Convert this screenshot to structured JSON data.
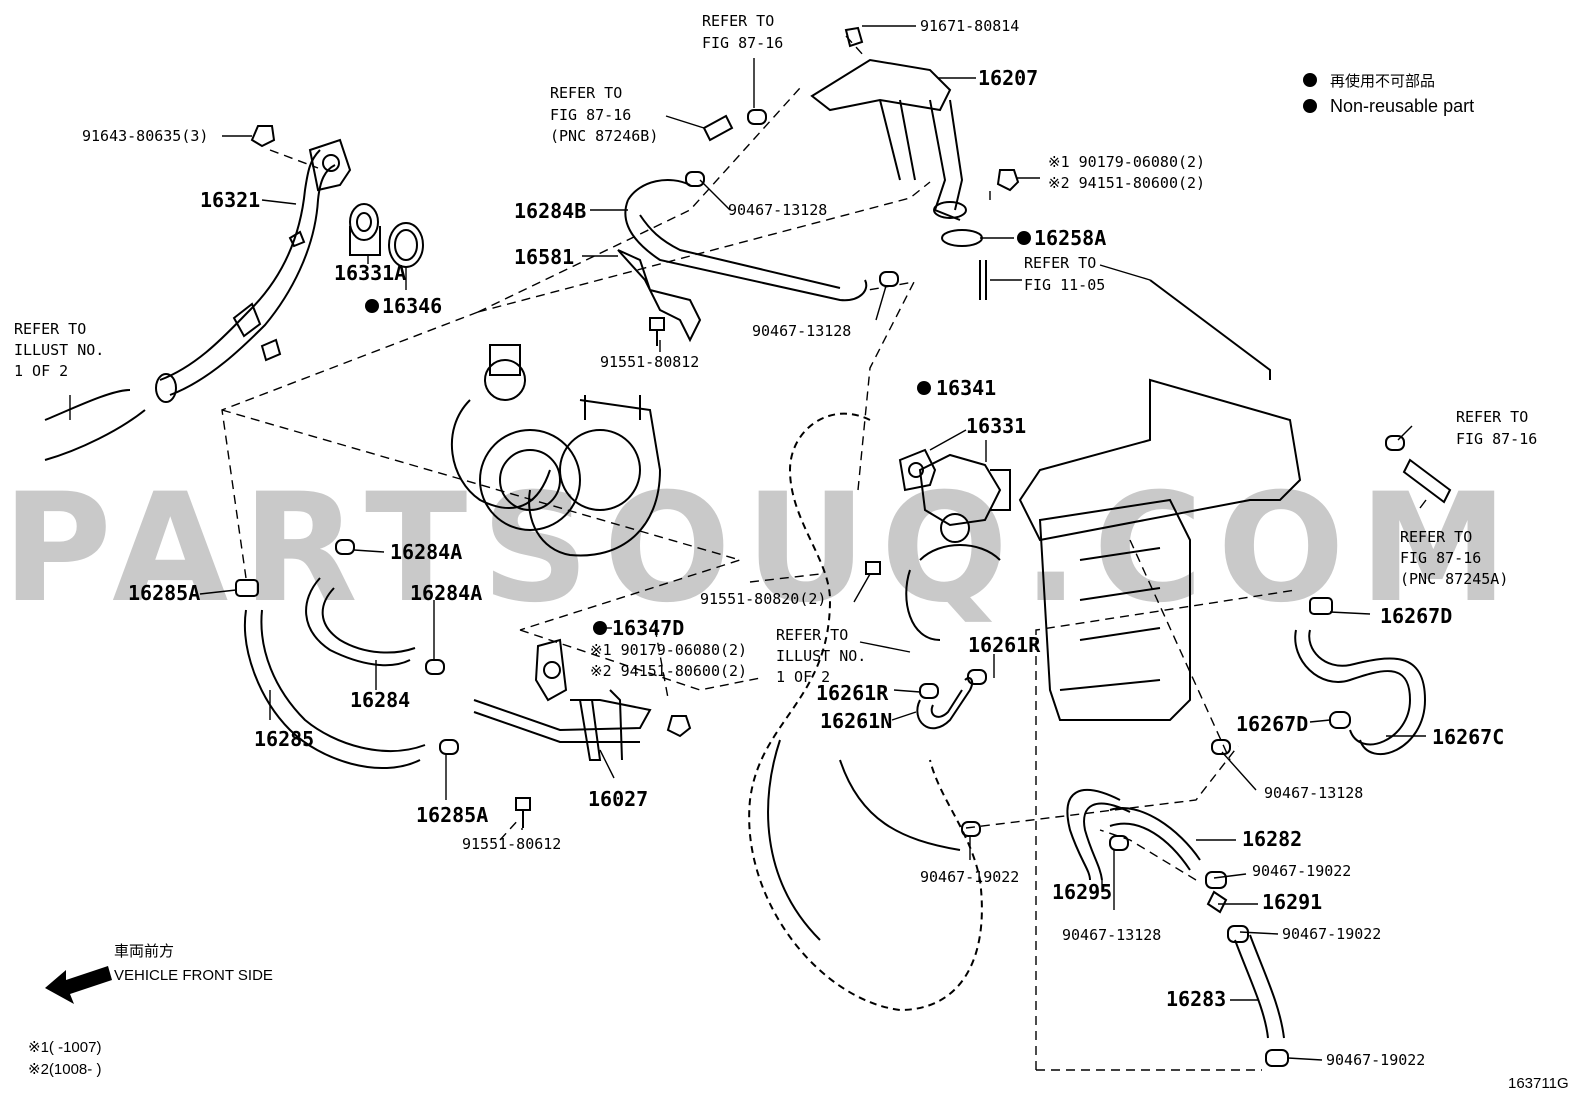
{
  "watermark": "PARTSOUQ.COM",
  "legend": {
    "line1": "再使用不可部品",
    "line2": "Non-reusable part"
  },
  "front_side": {
    "jp": "車両前方",
    "en": "VEHICLE FRONT SIDE"
  },
  "footnotes": {
    "note1": "※1(     -1007)",
    "note2": "※2(1008-     )"
  },
  "illustration_code": "163711G",
  "labels": {
    "l91671": "91671-80814",
    "l16207": "16207",
    "refer_fig8716_a1": "REFER TO",
    "refer_fig8716_a2": "FIG 87-16",
    "refer_pnc_b1": "REFER TO",
    "refer_pnc_b2": "FIG 87-16",
    "refer_pnc_b3": "(PNC 87246B)",
    "l91643": "91643-80635(3)",
    "l16321": "16321",
    "l16331A": "16331A",
    "l16346": "16346",
    "l16284B": "16284B",
    "l90467_13128_a": "90467-13128",
    "l90179_a": "※1 90179-06080(2)",
    "l94151_a": "※2 94151-80600(2)",
    "l16258A": "16258A",
    "refer_fig1105_1": "REFER TO",
    "refer_fig1105_2": "FIG 11-05",
    "l16581": "16581",
    "l90467_13128_b": "90467-13128",
    "l91551_80812": "91551-80812",
    "refer_illust1_1": "REFER TO",
    "refer_illust1_2": "ILLUST NO.",
    "refer_illust1_3": "1 OF 2",
    "l16341": "16341",
    "l16331": "16331",
    "refer_fig8716_c1": "REFER TO",
    "refer_fig8716_c2": "FIG 87-16",
    "refer_pnc_a1": "REFER TO",
    "refer_pnc_a2": "FIG 87-16",
    "refer_pnc_a3": "(PNC 87245A)",
    "l16284A_1": "16284A",
    "l16285A_1": "16285A",
    "l16284A_2": "16284A",
    "l91551_80820": "91551-80820(2)",
    "l16267D_1": "16267D",
    "l16347D": "16347D",
    "l90179_b": "※1 90179-06080(2)",
    "l94151_b": "※2 94151-80600(2)",
    "refer_illust2_1": "REFER TO",
    "refer_illust2_2": "ILLUST NO.",
    "refer_illust2_3": "1 OF 2",
    "l16261R_1": "16261R",
    "l16261R_2": "16261R",
    "l16261N": "16261N",
    "l16284": "16284",
    "l16285": "16285",
    "l16267D_2": "16267D",
    "l16267C": "16267C",
    "l90467_13128_c": "90467-13128",
    "l16285A_2": "16285A",
    "l16027": "16027",
    "l91551_80612": "91551-80612",
    "l16282": "16282",
    "l90467_19022_a": "90467-19022",
    "l90467_19022_b": "90467-19022",
    "l16295": "16295",
    "l16291": "16291",
    "l90467_19022_c": "90467-19022",
    "l90467_13128_d": "90467-13128",
    "l16283": "16283",
    "l90467_19022_d": "90467-19022"
  }
}
